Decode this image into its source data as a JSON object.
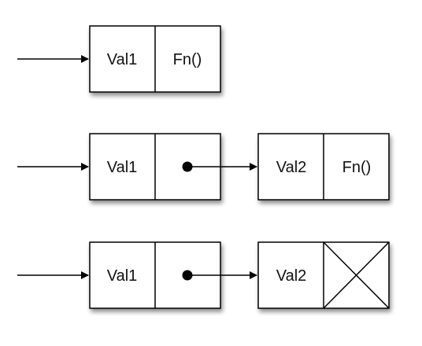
{
  "rows": [
    {
      "first_cell": {
        "value": "Val1",
        "slot": "Fn()"
      }
    },
    {
      "first_cell": {
        "value": "Val1",
        "slot": "pointer"
      },
      "second_cell": {
        "value": "Val2",
        "slot": "Fn()"
      }
    },
    {
      "first_cell": {
        "value": "Val1",
        "slot": "pointer"
      },
      "second_cell": {
        "value": "Val2",
        "slot": "empty-cross"
      }
    }
  ]
}
